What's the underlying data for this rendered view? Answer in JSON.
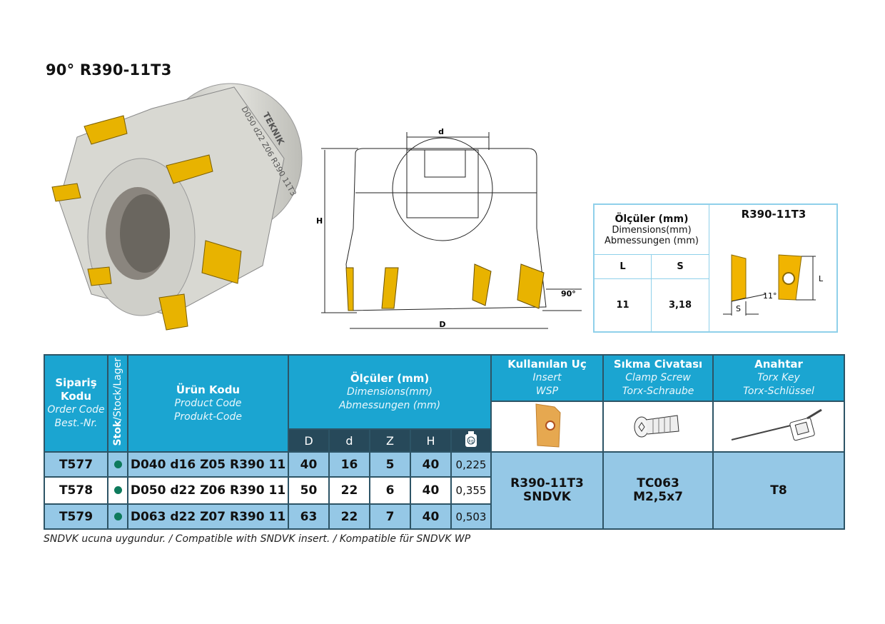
{
  "title": "90° R390-11T3",
  "photo": {
    "engraving_brand": "TEKNIK",
    "engraving_code": "D050 d22 Z06 R390 11T3"
  },
  "drawing": {
    "label_d": "d",
    "label_H": "H",
    "label_D": "D",
    "label_angle": "90°"
  },
  "dim_box": {
    "header_tr": "Ölçüler (mm)",
    "header_en": "Dimensions(mm)",
    "header_de": "Abmessungen (mm)",
    "insert_title": "R390-11T3",
    "col_L": "L",
    "col_S": "S",
    "val_L": "11",
    "val_S": "3,18",
    "diagram_angle": "11°",
    "diagram_S": "S",
    "diagram_L": "L"
  },
  "table": {
    "order": {
      "tr1": "Sipariş",
      "tr2": "Kodu",
      "en": "Order Code",
      "de": "Best.-Nr."
    },
    "stock": {
      "bold": "Stok",
      "rest": "/Stock/Lager"
    },
    "product": {
      "tr": "Ürün Kodu",
      "en": "Product Code",
      "de": "Produkt-Code"
    },
    "dims": {
      "tr": "Ölçüler (mm)",
      "en": "Dimensions(mm)",
      "de": "Abmessungen (mm)",
      "cols": [
        "D",
        "d",
        "Z",
        "H"
      ],
      "weight_icon": "kg"
    },
    "insert": {
      "tr": "Kullanılan Uç",
      "en": "Insert",
      "de": "WSP",
      "value1": "R390-11T3",
      "value2": "SNDVK"
    },
    "screw": {
      "tr": "Sıkma Civatası",
      "en": "Clamp Screw",
      "de": "Torx-Schraube",
      "value1": "TC063",
      "value2": "M2,5x7"
    },
    "key": {
      "tr": "Anahtar",
      "en": "Torx Key",
      "de": "Torx-Schlüssel",
      "value": "T8"
    },
    "rows": [
      {
        "order": "T577",
        "product": "D040 d16 Z05 R390 11",
        "D": "40",
        "d": "16",
        "Z": "5",
        "H": "40",
        "kg": "0,225"
      },
      {
        "order": "T578",
        "product": "D050 d22 Z06 R390 11",
        "D": "50",
        "d": "22",
        "Z": "6",
        "H": "40",
        "kg": "0,355"
      },
      {
        "order": "T579",
        "product": "D063 d22 Z07 R390 11",
        "D": "63",
        "d": "22",
        "Z": "7",
        "H": "40",
        "kg": "0,503"
      }
    ]
  },
  "footnote": "SNDVK ucuna uygundur. / Compatible with SNDVK insert. / Kompatible für SNDVK WP",
  "colors": {
    "header": "#1ba5d1",
    "subheader": "#27495a",
    "row_light": "#95c8e6",
    "stock_dot": "#0e7a5c",
    "insert_gold": "#f1b400"
  }
}
